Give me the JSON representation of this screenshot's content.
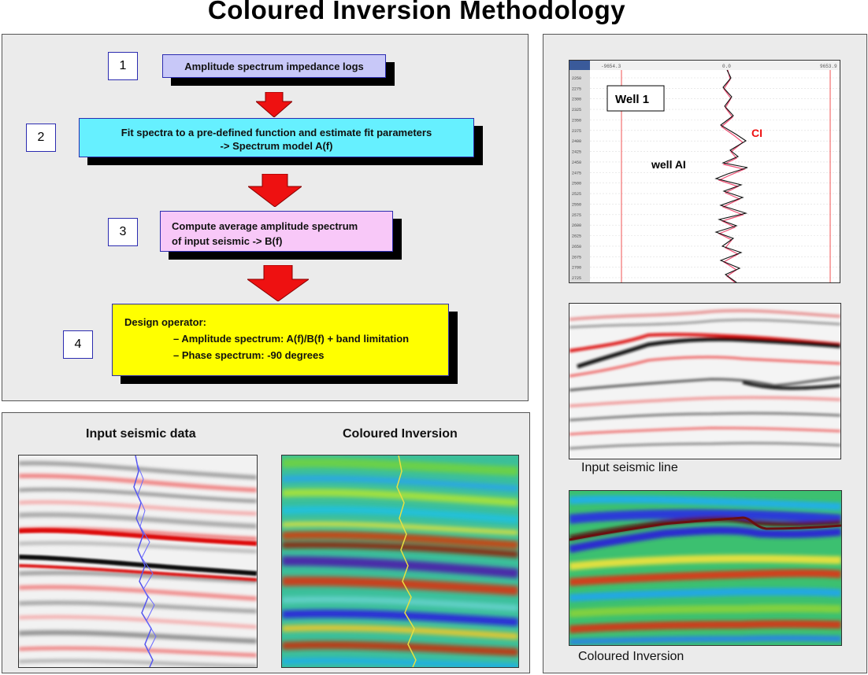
{
  "title": "Coloured Inversion Methodology",
  "steps": [
    {
      "number": "1",
      "text": "Amplitude spectrum impedance logs",
      "color": "#c8c8f8"
    },
    {
      "number": "2",
      "line1": "Fit spectra to a pre-defined function and estimate fit parameters",
      "line2": "-> Spectrum model A(f)",
      "color": "#66f0ff"
    },
    {
      "number": "3",
      "line1": "Compute average amplitude spectrum",
      "line2": "of input seismic -> B(f)",
      "color": "#f8c8f8"
    },
    {
      "number": "4",
      "line1": "Design operator:",
      "line2": "– Amplitude spectrum: A(f)/B(f) + band limitation",
      "line3": "– Phase spectrum: -90 degrees",
      "color": "#ffff00"
    }
  ],
  "bottom_panel": {
    "left_caption": "Input seismic data",
    "right_caption": "Coloured Inversion"
  },
  "right_panel": {
    "well_log": {
      "label": "Well 1",
      "ci_label": "CI",
      "well_label": "well AI",
      "header_left": "-9654.3",
      "header_mid": "0.0",
      "header_right": "9653.9",
      "depth_ticks": [
        "2250",
        "2275",
        "2300",
        "2325",
        "2350",
        "2375",
        "2400",
        "2425",
        "2450",
        "2475",
        "2500",
        "2525",
        "2550",
        "2575",
        "2600",
        "2625",
        "2650",
        "2675",
        "2700",
        "2725"
      ]
    },
    "seismic_caption": "Input seismic line",
    "inversion_caption": "Coloured Inversion"
  }
}
